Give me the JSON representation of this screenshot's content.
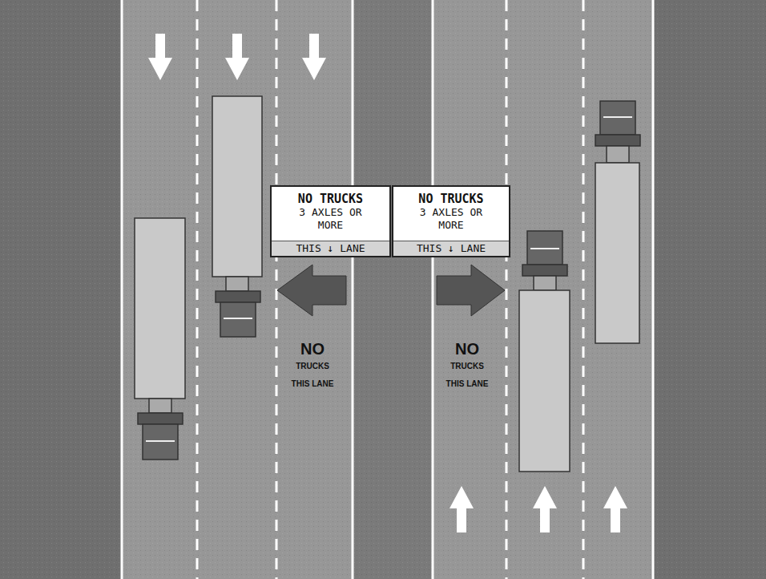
{
  "diagram": {
    "nodes": [
      {
        "text": [
          "NO TRUCKS",
          "3 AXLES OR MORE",
          "THIS ↓ LANE"
        ]
      },
      {
        "text": [
          "NO TRUCKS",
          "3 AXLES OR MORE",
          "THIS ↓ LANE"
        ]
      }
    ],
    "labels": [
      "NO TRUCKS THIS LANE",
      "NO TRUCKS THIS LANE"
    ]
  }
}
